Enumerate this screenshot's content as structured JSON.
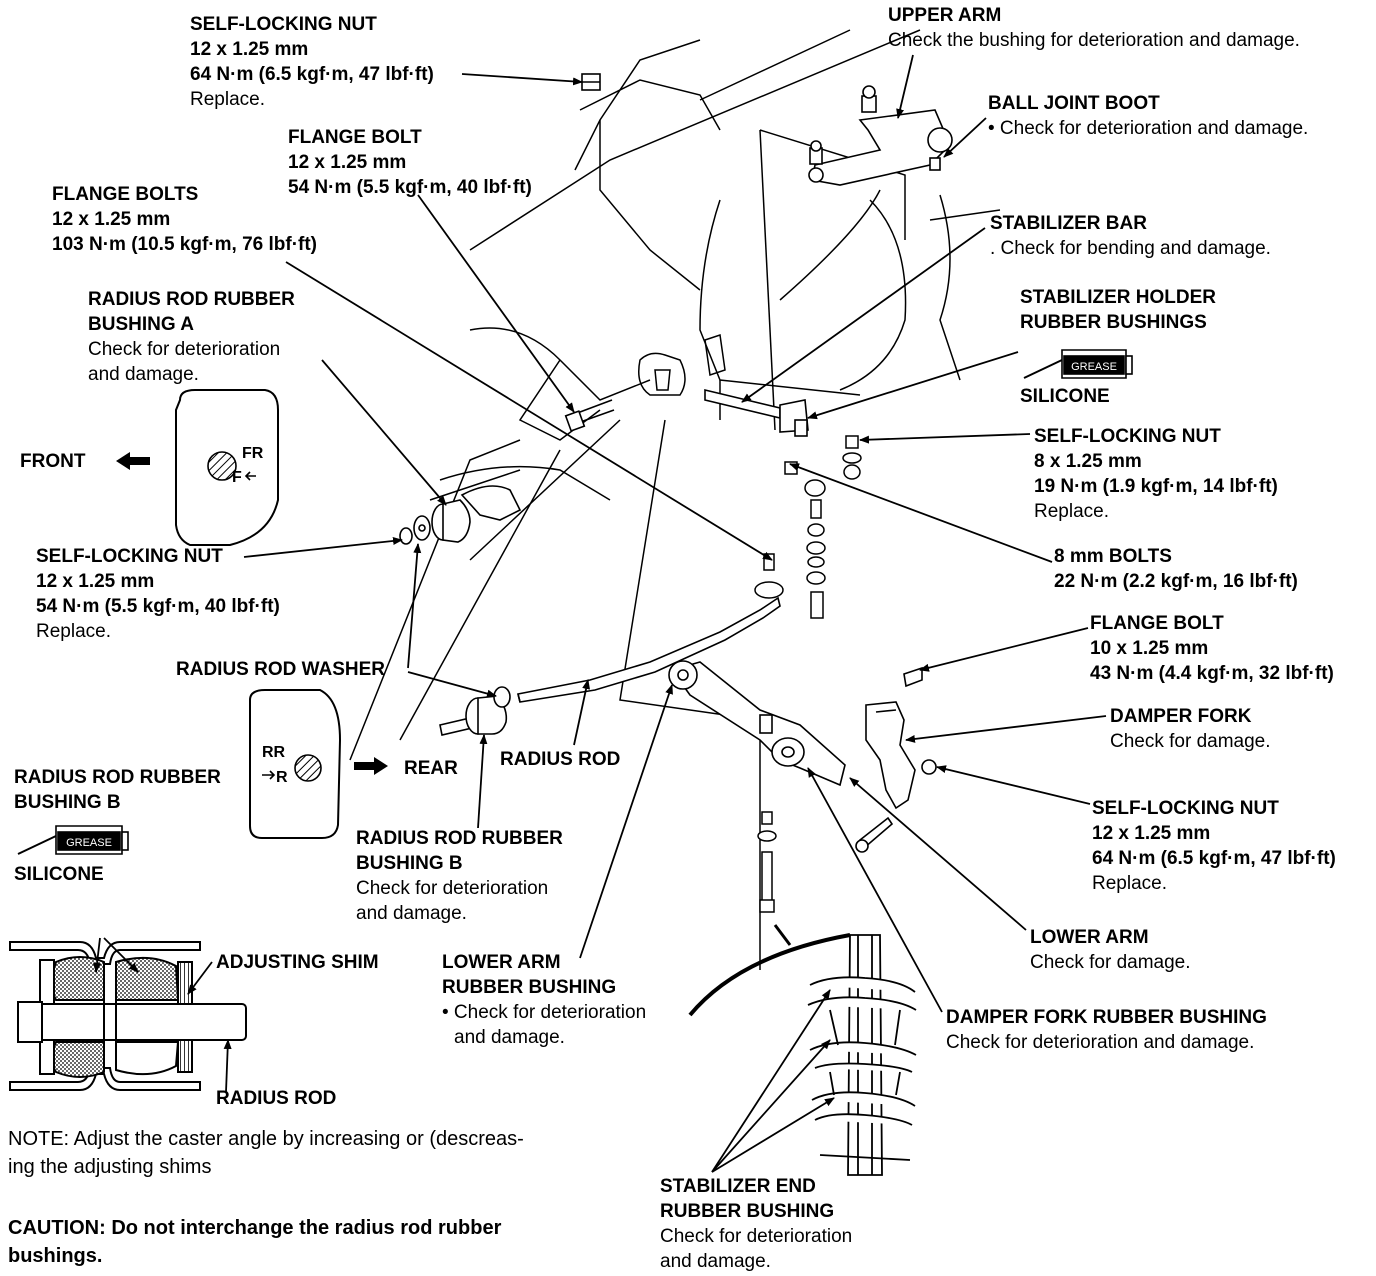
{
  "labels": {
    "self_locking_nut_top": {
      "title": "SELF-LOCKING NUT",
      "l1": "12 x 1.25 mm",
      "l2": "64 N·m (6.5 kgf·m, 47 lbf·ft)",
      "l3": "Replace."
    },
    "flange_bolt_top": {
      "title": "FLANGE BOLT",
      "l1": "12 x 1.25 mm",
      "l2": "54 N·m (5.5 kgf·m, 40 lbf·ft)"
    },
    "flange_bolts": {
      "title": "FLANGE BOLTS",
      "l1": "12 x 1.25 mm",
      "l2": "103 N·m (10.5 kgf·m, 76 lbf·ft)"
    },
    "radius_rod_bushing_a": {
      "t1": "RADIUS ROD RUBBER",
      "t2": "BUSHING A",
      "l1": "Check for deterioration",
      "l2": "and damage."
    },
    "front": "FRONT",
    "self_locking_nut_left": {
      "title": "SELF-LOCKING NUT",
      "l1": "12 x 1.25 mm",
      "l2": "54 N·m (5.5 kgf·m, 40 lbf·ft)",
      "l3": "Replace."
    },
    "radius_rod_washer": "RADIUS ROD WASHER",
    "radius_rod_bushing_b_left": {
      "t1": "RADIUS ROD RUBBER",
      "t2": "BUSHING B"
    },
    "silicone_left": "SILICONE",
    "rear": "REAR",
    "radius_rod": "RADIUS ROD",
    "radius_rod_bushing_b_center": {
      "t1": "RADIUS ROD RUBBER",
      "t2": "BUSHING B",
      "l1": "Check for deterioration",
      "l2": "and damage."
    },
    "adjusting_shim": "ADJUSTING SHIM",
    "radius_rod_inset": "RADIUS ROD",
    "lower_arm_bushing": {
      "t1": "LOWER ARM",
      "t2": "RUBBER BUSHING",
      "l1": "• Check for deterioration",
      "l2": "and damage."
    },
    "stabilizer_end_bushing": {
      "t1": "STABILIZER END",
      "t2": "RUBBER BUSHING",
      "l1": "Check for deterioration",
      "l2": "and damage."
    },
    "upper_arm": {
      "title": "UPPER ARM",
      "l1": "Check the bushing for deterioration and damage."
    },
    "ball_joint_boot": {
      "title": "BALL JOINT BOOT",
      "l1": "• Check for deterioration and damage."
    },
    "stabilizer_bar": {
      "title": "STABILIZER BAR",
      "l1": ". Check for bending and damage."
    },
    "stabilizer_holder": {
      "t1": "STABILIZER HOLDER",
      "t2": "RUBBER BUSHINGS"
    },
    "silicone_right": "SILICONE",
    "self_locking_nut_right": {
      "title": "SELF-LOCKING NUT",
      "l1": "8 x 1.25 mm",
      "l2": "19 N·m (1.9 kgf·m, 14 lbf·ft)",
      "l3": "Replace."
    },
    "bolts_8mm": {
      "title": "8 mm BOLTS",
      "l1": "22 N·m (2.2 kgf·m, 16 lbf·ft)"
    },
    "flange_bolt_right": {
      "title": "FLANGE BOLT",
      "l1": "10 x 1.25 mm",
      "l2": "43 N·m (4.4 kgf·m, 32 lbf·ft)"
    },
    "damper_fork": {
      "title": "DAMPER FORK",
      "l1": "Check for damage."
    },
    "self_locking_nut_lower_right": {
      "title": "SELF-LOCKING NUT",
      "l1": "12 x 1.25 mm",
      "l2": "64 N·m (6.5 kgf·m, 47 lbf·ft)",
      "l3": "Replace."
    },
    "lower_arm": {
      "title": "LOWER ARM",
      "l1": "Check for damage."
    },
    "damper_fork_bushing": {
      "title": "DAMPER FORK RUBBER BUSHING",
      "l1": "Check for deterioration and damage."
    }
  },
  "bushing_marks": {
    "a": {
      "fr": "FR",
      "f": "F"
    },
    "b": {
      "rr": "RR",
      "r": "R"
    }
  },
  "grease_tag": "GREASE",
  "note": {
    "line1": "NOTE:  Adjust the caster angle by increasing or (descreas-",
    "line2": "ing the adjusting shims"
  },
  "caution": {
    "line1": "CAUTION:  Do not interchange the radius rod rubber",
    "line2": "bushings."
  }
}
